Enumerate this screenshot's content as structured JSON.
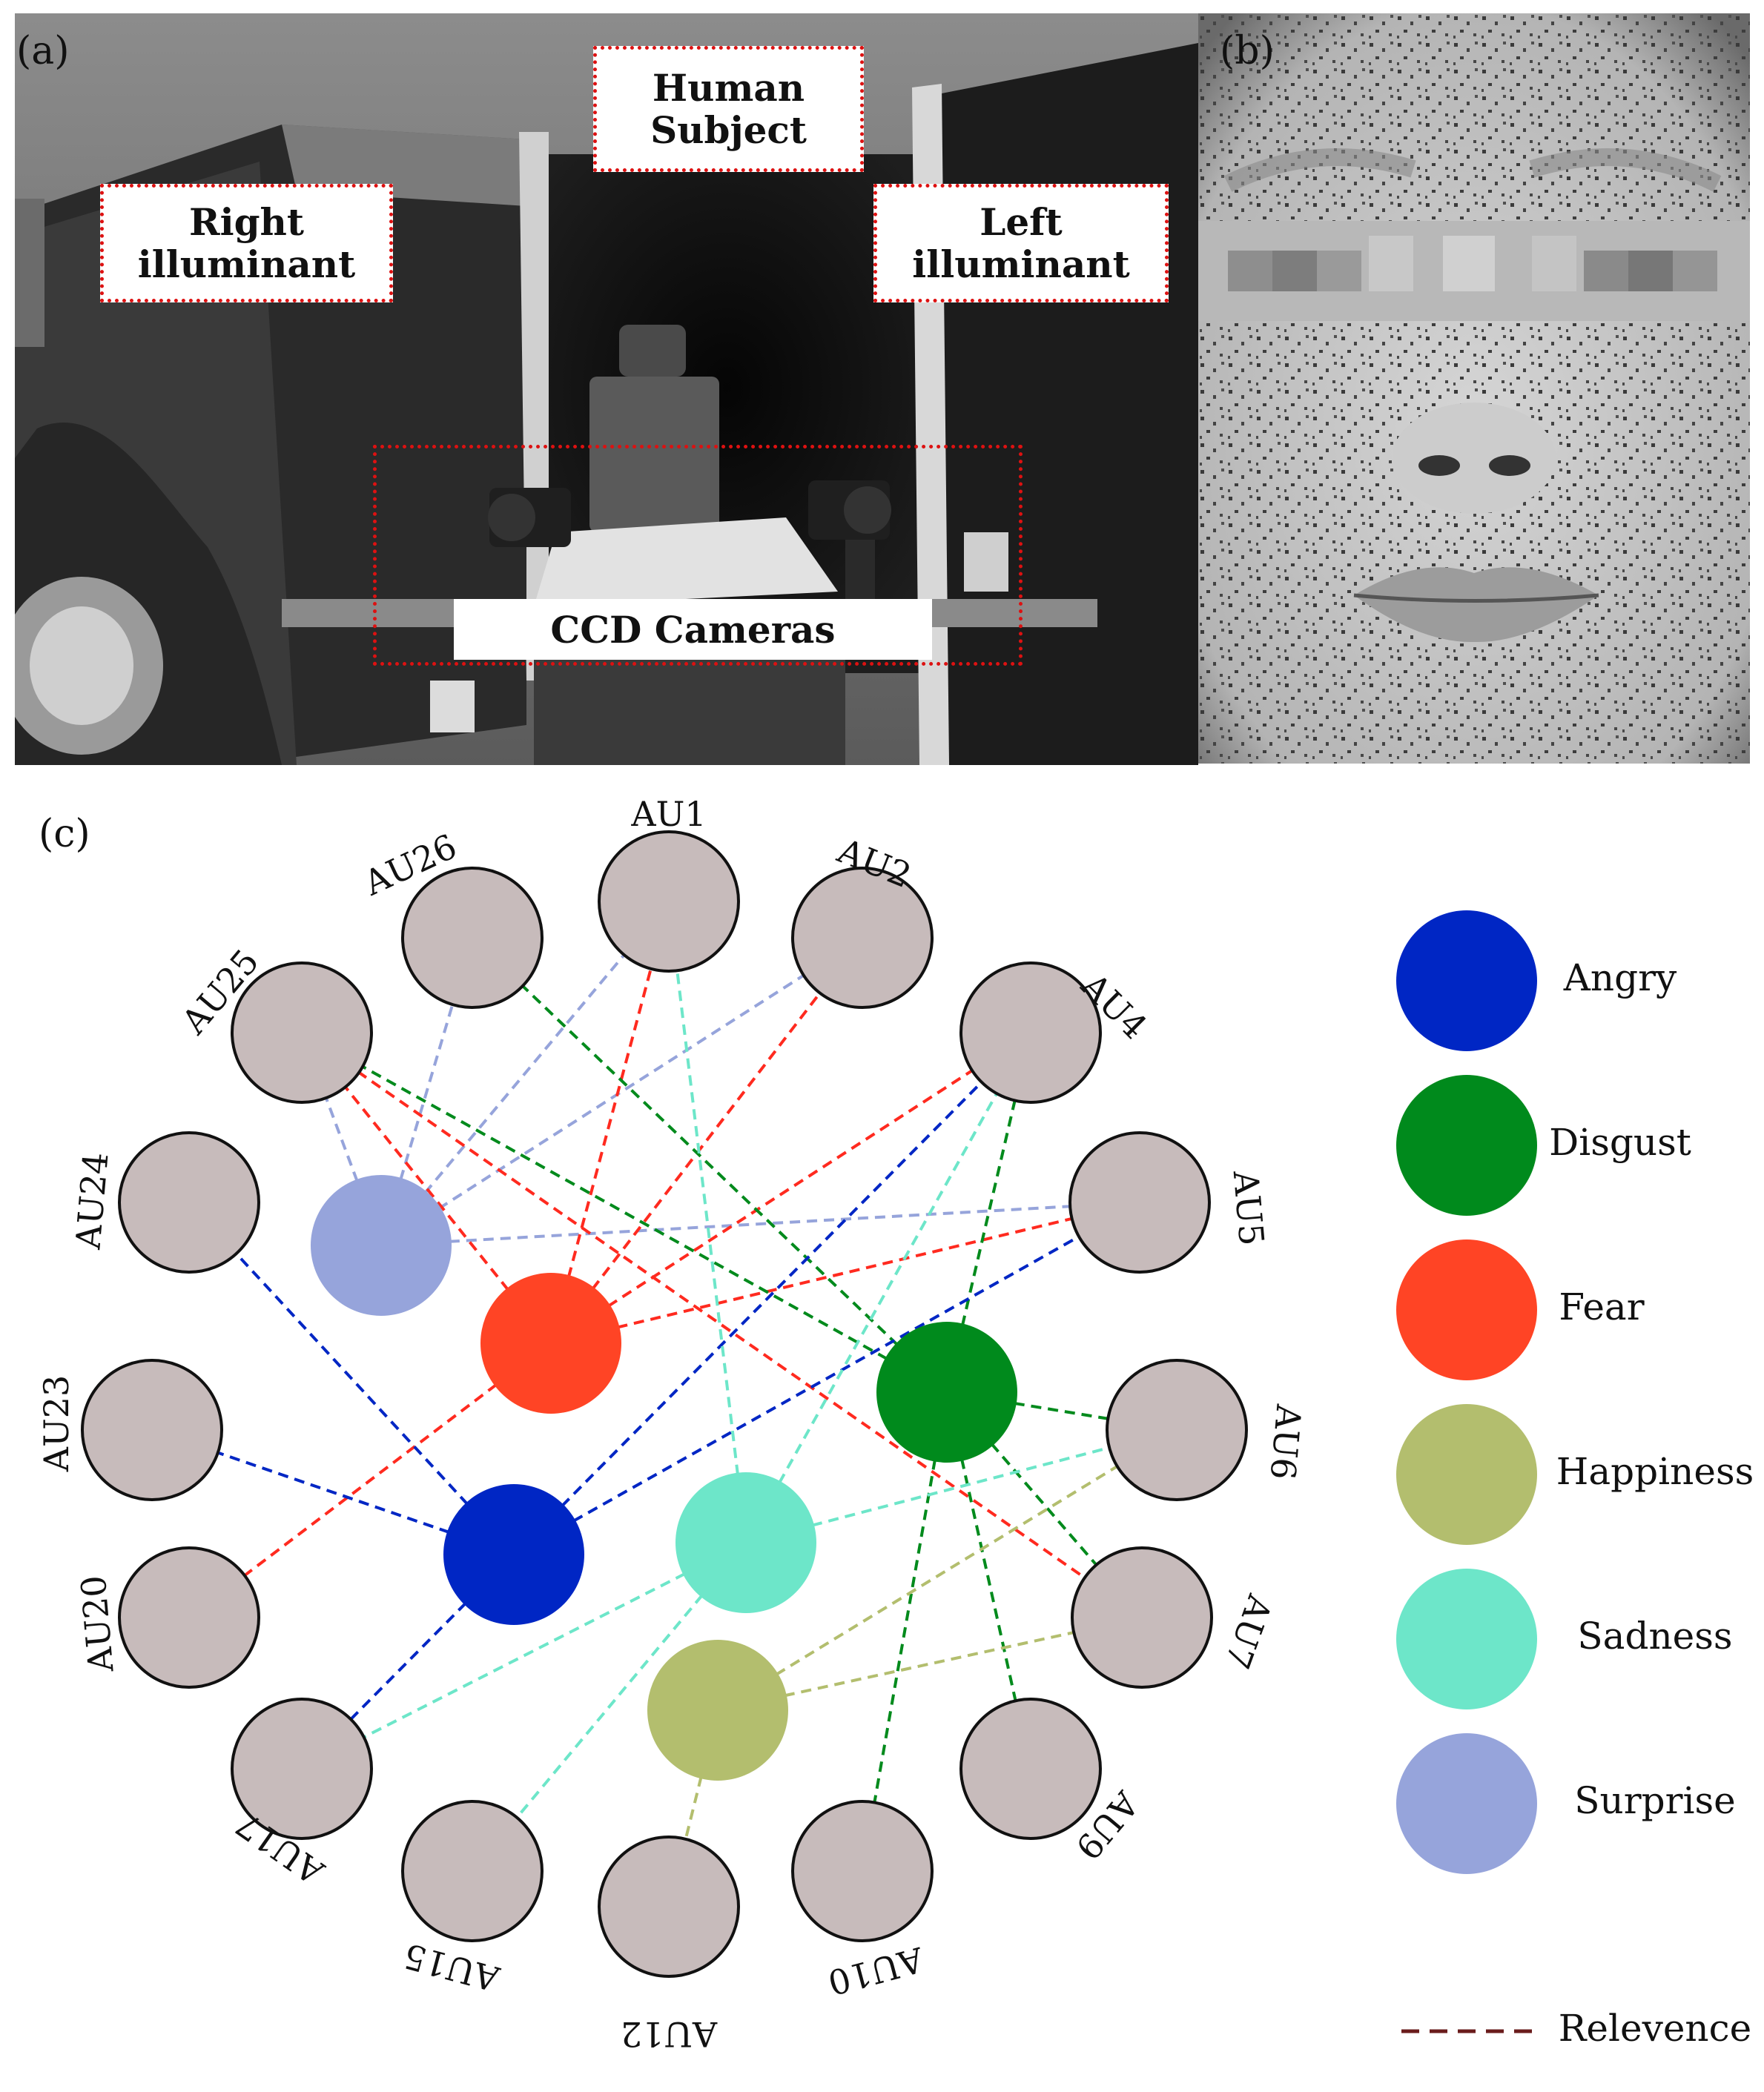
{
  "panels": {
    "a": "(a)",
    "b": "(b)",
    "c": "(c)"
  },
  "photo_a_labels": {
    "human_subject": "Human Subject",
    "right_illuminant": "Right illuminant",
    "left_illuminant": "Left illuminant",
    "ccd_cameras": "CCD Cameras"
  },
  "diagram": {
    "au_nodes": [
      {
        "id": "AU1",
        "label": "AU1"
      },
      {
        "id": "AU2",
        "label": "AU2"
      },
      {
        "id": "AU4",
        "label": "AU4"
      },
      {
        "id": "AU5",
        "label": "AU5"
      },
      {
        "id": "AU6",
        "label": "AU6"
      },
      {
        "id": "AU7",
        "label": "AU7"
      },
      {
        "id": "AU9",
        "label": "AU9"
      },
      {
        "id": "AU10",
        "label": "AU10"
      },
      {
        "id": "AU12",
        "label": "AU12"
      },
      {
        "id": "AU15",
        "label": "AU15"
      },
      {
        "id": "AU17",
        "label": "AU17"
      },
      {
        "id": "AU20",
        "label": "AU20"
      },
      {
        "id": "AU23",
        "label": "AU23"
      },
      {
        "id": "AU24",
        "label": "AU24"
      },
      {
        "id": "AU25",
        "label": "AU25"
      },
      {
        "id": "AU26",
        "label": "AU26"
      }
    ],
    "emotions": [
      {
        "id": "Angry",
        "label": "Angry",
        "color": "#0026c4"
      },
      {
        "id": "Disgust",
        "label": "Disgust",
        "color": "#008a1c"
      },
      {
        "id": "Fear",
        "label": "Fear",
        "color": "#ff4425"
      },
      {
        "id": "Happiness",
        "label": "Happiness",
        "color": "#b3be6e"
      },
      {
        "id": "Sadness",
        "label": "Sadness",
        "color": "#6de6c9"
      },
      {
        "id": "Surprise",
        "label": "Surprise",
        "color": "#96a4db"
      }
    ],
    "au_node_color": "#c7bbbb",
    "edges": [
      {
        "from": "Surprise",
        "to": "AU1"
      },
      {
        "from": "Surprise",
        "to": "AU2"
      },
      {
        "from": "Surprise",
        "to": "AU5"
      },
      {
        "from": "Surprise",
        "to": "AU25"
      },
      {
        "from": "Surprise",
        "to": "AU26"
      },
      {
        "from": "Fear",
        "to": "AU1"
      },
      {
        "from": "Fear",
        "to": "AU2"
      },
      {
        "from": "Fear",
        "to": "AU4"
      },
      {
        "from": "Fear",
        "to": "AU5"
      },
      {
        "from": "Fear",
        "to": "AU20"
      },
      {
        "from": "Fear",
        "to": "AU25"
      },
      {
        "from": "AU25",
        "to": "AU7"
      },
      {
        "from": "Disgust",
        "to": "AU26"
      },
      {
        "from": "Disgust",
        "to": "AU25"
      },
      {
        "from": "Disgust",
        "to": "AU4"
      },
      {
        "from": "Disgust",
        "to": "AU6"
      },
      {
        "from": "Disgust",
        "to": "AU7"
      },
      {
        "from": "Disgust",
        "to": "AU9"
      },
      {
        "from": "Disgust",
        "to": "AU10"
      },
      {
        "from": "Angry",
        "to": "AU4"
      },
      {
        "from": "Angry",
        "to": "AU5"
      },
      {
        "from": "Angry",
        "to": "AU24"
      },
      {
        "from": "Angry",
        "to": "AU23"
      },
      {
        "from": "Angry",
        "to": "AU17"
      },
      {
        "from": "Sadness",
        "to": "AU1"
      },
      {
        "from": "Sadness",
        "to": "AU4"
      },
      {
        "from": "Sadness",
        "to": "AU6"
      },
      {
        "from": "Sadness",
        "to": "AU15"
      },
      {
        "from": "Sadness",
        "to": "AU17"
      },
      {
        "from": "Happiness",
        "to": "AU6"
      },
      {
        "from": "Happiness",
        "to": "AU7"
      },
      {
        "from": "Happiness",
        "to": "AU12"
      }
    ],
    "legend_line_label": "Relevence",
    "legend_line_color": "#6a1c1c"
  }
}
